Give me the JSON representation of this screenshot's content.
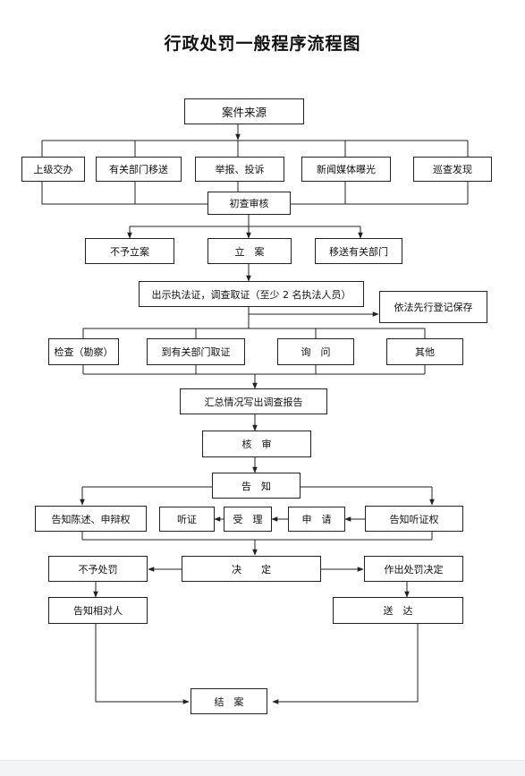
{
  "title": "行政处罚一般程序流程图",
  "nodes": {
    "source": "案件来源",
    "superior": "上级交办",
    "transfer_in": "有关部门移送",
    "report": "举报、投诉",
    "media": "新闻媒体曝光",
    "patrol": "巡查发现",
    "initial_review": "初查审核",
    "no_case": "不予立案",
    "file_case": "立　案",
    "transfer_out": "移送有关部门",
    "show_cert": "出示执法证，调查取证（至少 2 名执法人员）",
    "preserve": "依法先行登记保存",
    "inspect": "检查（勘察）",
    "collect": "到有关部门取证",
    "inquiry": "询　问",
    "other": "其他",
    "summary": "汇总情况写出调查报告",
    "audit": "核　审",
    "inform": "告　知",
    "statement": "告知陈述、申辩权",
    "hearing": "听证",
    "accept": "受　理",
    "apply": "申　请",
    "hearing_right": "告知听证权",
    "no_penalty": "不予处罚",
    "decide": "决　　定",
    "make_decision": "作出处罚决定",
    "notify_party": "告知相对人",
    "deliver": "送　达",
    "close": "结　案"
  },
  "colors": {
    "line": "#222222",
    "box_border": "#222222",
    "background": "#ffffff"
  }
}
